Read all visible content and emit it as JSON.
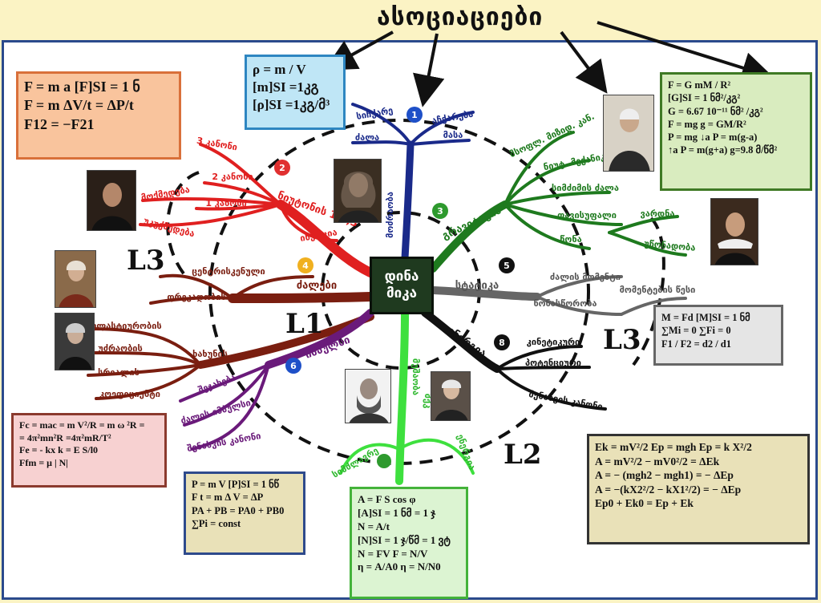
{
  "title": "ასოციაციები",
  "center": {
    "line1": "დინა",
    "line2": "მიკა"
  },
  "levels": {
    "l1": "L1",
    "l2": "L2",
    "l3_left": "L3",
    "l3_right": "L3"
  },
  "badges": [
    "1",
    "2",
    "3",
    "4",
    "5",
    "6",
    "8"
  ],
  "branches": {
    "blue": {
      "main": "მოძრაობა",
      "sub": [
        "სიჩქარე",
        "აჩქარება",
        "ძალა",
        "მასა"
      ]
    },
    "red": {
      "main": "ნიუტონის 1,2,3",
      "sub": [
        "3 კანონი",
        "2 კანონი",
        "1 კანონი",
        "მოქმედება",
        "უკუქმედება",
        "ინერცია"
      ]
    },
    "green": {
      "main": "გრავიტაცია",
      "sub": [
        "მსოფლ. მიზიდ. კან.",
        "ნიუტ. მექანიკა",
        "სიმძიმის ძალა",
        "თავისუფალი",
        "წონა",
        "ვარდნა",
        "უწონადობა"
      ]
    },
    "brown": {
      "main": "ძალები",
      "sub": [
        "დრეკადობის",
        "ხახუნის",
        "ცენტრისკენული",
        "ელასტიურობის",
        "სრიალის",
        "უძრაობის",
        "კოეფიციენტი"
      ]
    },
    "gray": {
      "main": "სტატიკა",
      "sub": [
        "ძალის მომენტი",
        "წონასწორობა",
        "მომენტების წესი"
      ]
    },
    "black": {
      "main": "ენერგია",
      "sub": [
        "კინეტიკური",
        "პოტენციური",
        "შენახვის კანონი"
      ]
    },
    "purple": {
      "main": "იმპულსი",
      "sub": [
        "შეჯახება",
        "ძალის იმპულსი",
        "შენახვის კანონი"
      ]
    },
    "lime": {
      "main": "მუშაობა",
      "sub": [
        "სიმძლავრე",
        "მქკ",
        "ენერგია"
      ]
    }
  },
  "boxes": {
    "momentum_force": [
      "F = m a  [F]SI = 1 ნ",
      "F = m ΔV/t  = ΔP/t",
      "F12 =  −F21"
    ],
    "density": [
      "ρ = m / V",
      "[m]SI  =1კგ",
      "[ρ]SI  =1კგ/მ³"
    ],
    "gravity": [
      "F  =   G mM / R²",
      "[G]SI  = 1 ნმ²/კგ²",
      "G  =  6.67 10⁻¹¹ ნმ² /კგ²",
      "F = mg  g = GM/R²",
      "P = mg    ↓a P = m(g-a)",
      "↑a P = m(g+a)     g=9.8 მ/წმ²"
    ],
    "moment": [
      "M  =  Fd     [M]SI = 1 ნმ",
      "∑Mi = 0       ∑Fi = 0",
      "F1 / F2 = d2 / d1"
    ],
    "centripetal": [
      "Fc = mac = m V²/R  = m ω ²R =",
      "= 4π²mn²R  =4π²mR/T²",
      "Fe = - kx        k = E S/l0",
      "Ffm = μ | N|"
    ],
    "impulse": [
      "P = m V      [P]SI = 1 ნწ",
      "F t = m Δ V = ΔP",
      "PA + PB =  PA0  +  PB0",
      "∑Pi = const"
    ],
    "work": [
      "A = F S cos φ",
      "[A]SI = 1 ნმ = 1 ჯ",
      "N = A/t",
      "[N]SI = 1 ჯ/წმ = 1 ვტ",
      "N = FV       F = N/V",
      "η = A/A0     η = N/N0"
    ],
    "energy": [
      "Ek = mV²/2      Ep = mgh      Ep = k X²/2",
      "A = mV²/2  −  mV0²/2  = ΔEk",
      "A =  − (mgh2 − mgh1) = − ΔEp",
      "A = −(kX2²/2  −  kX1²/2) = − ΔEp",
      "Ep0 + Ek0 = Ep + Ek"
    ]
  }
}
